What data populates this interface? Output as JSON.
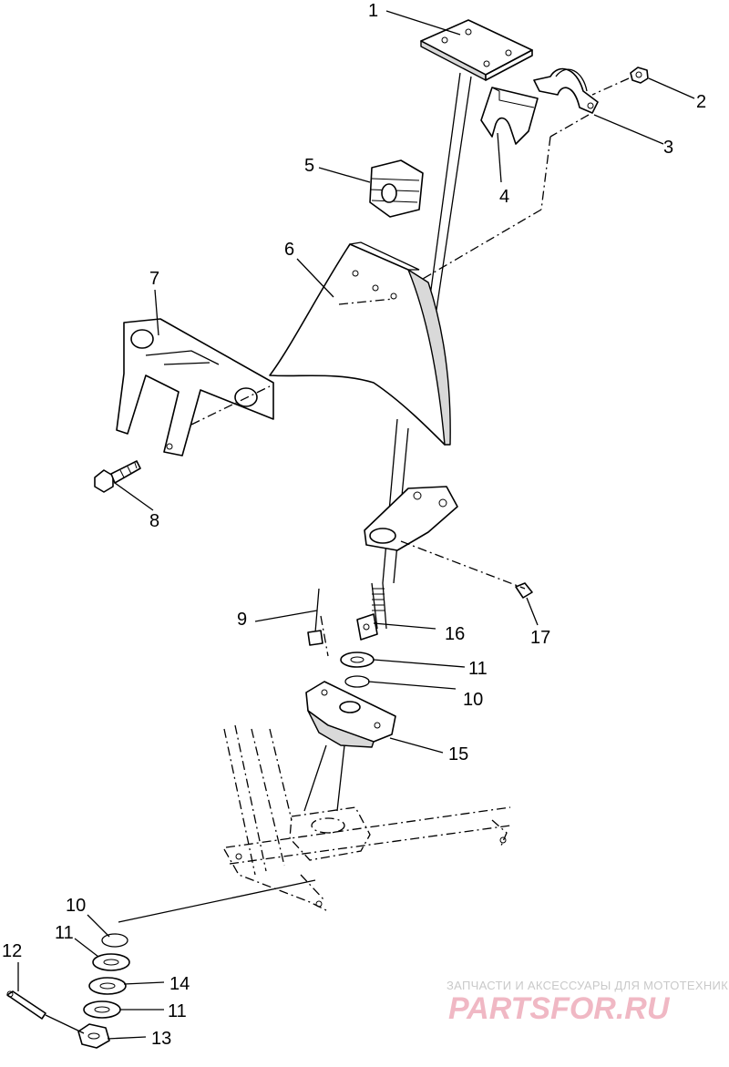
{
  "labels": {
    "l1": "1",
    "l2": "2",
    "l3": "3",
    "l4": "4",
    "l5": "5",
    "l6": "6",
    "l7": "7",
    "l8": "8",
    "l9": "9",
    "l10a": "10",
    "l10b": "10",
    "l11a": "11",
    "l11b": "11",
    "l11c": "11",
    "l12": "12",
    "l13": "13",
    "l14": "14",
    "l15": "15",
    "l16": "16",
    "l17": "17"
  },
  "watermark": {
    "line1": "ЗАПЧАСТИ И АКСЕССУАРЫ ДЛЯ МОТОТЕХНИКИ",
    "line2": "PARTSFOR.RU"
  }
}
